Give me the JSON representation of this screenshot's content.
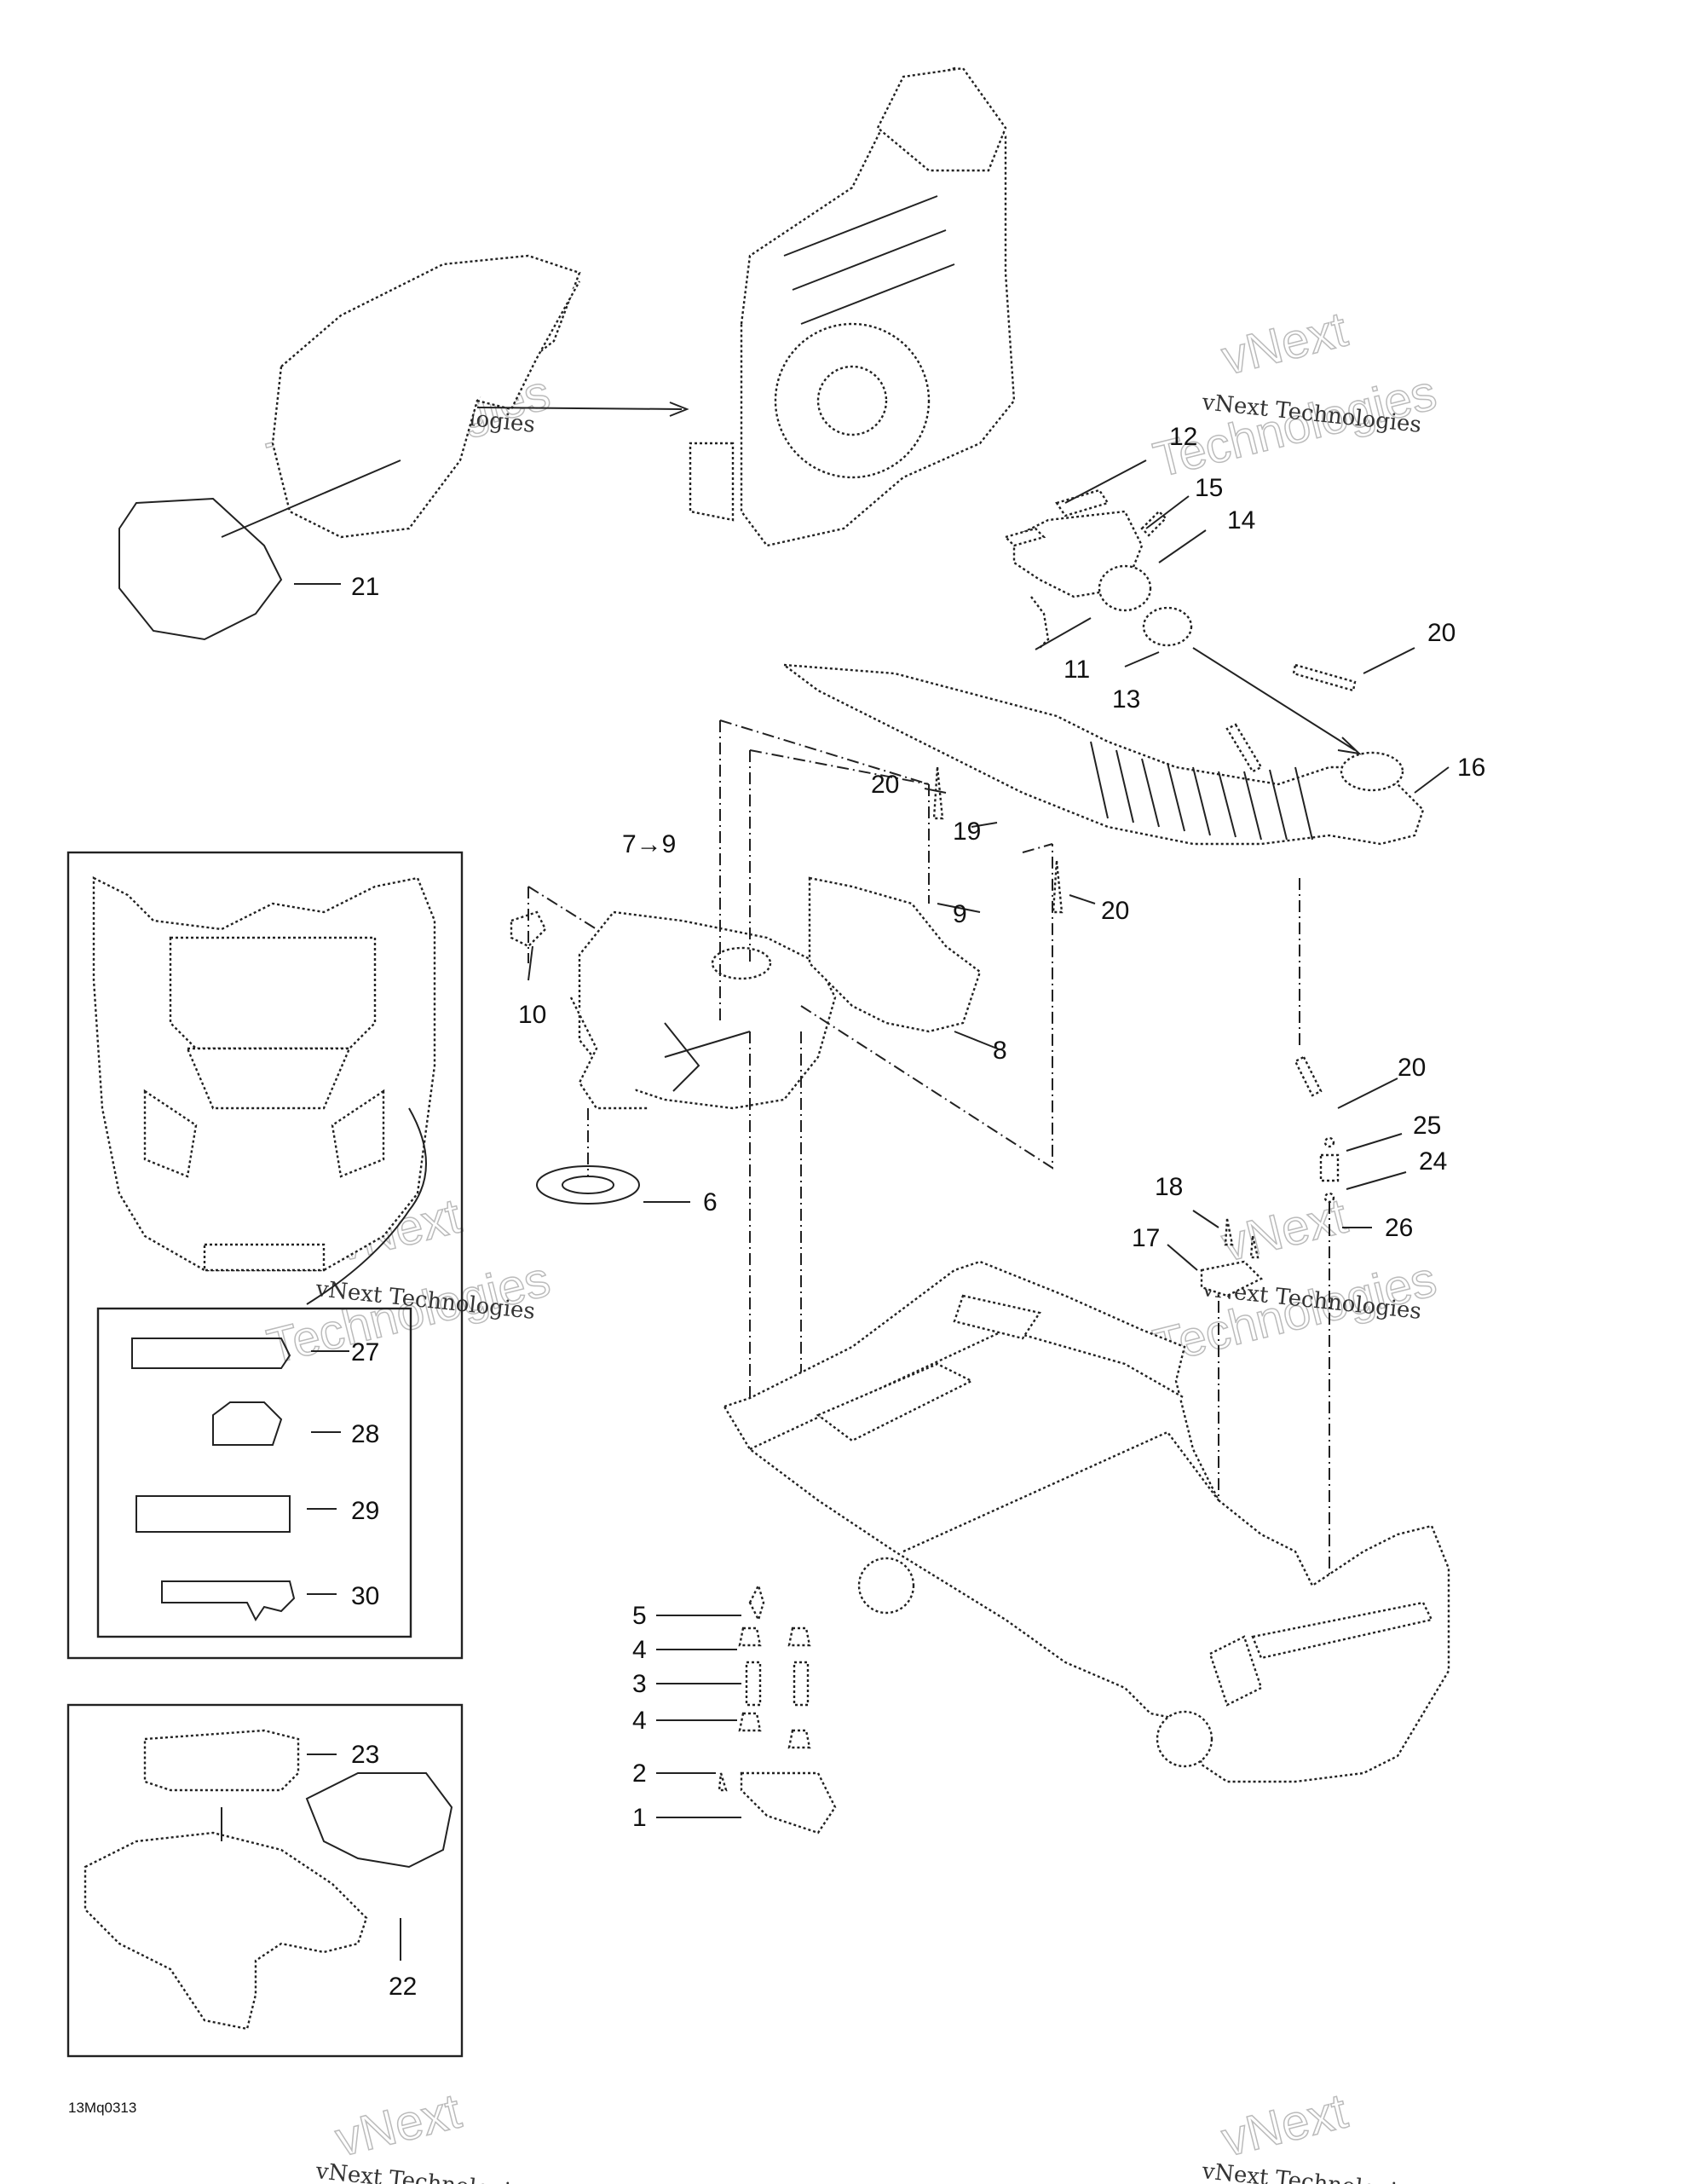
{
  "figure_code": "13Mq0313",
  "watermark": {
    "line1": "vNext",
    "line2": "Technologies",
    "company": "vNext Technologies"
  },
  "callouts": {
    "c1": "1",
    "c2": "2",
    "c3": "3",
    "c4a": "4",
    "c4b": "4",
    "c5": "5",
    "c6": "6",
    "c7_9": "7→9",
    "c8": "8",
    "c9": "9",
    "c10": "10",
    "c11": "11",
    "c12": "12",
    "c13": "13",
    "c14": "14",
    "c15": "15",
    "c16": "16",
    "c17": "17",
    "c18": "18",
    "c19": "19",
    "c20a": "20",
    "c20b": "20",
    "c20c": "20",
    "c20d": "20",
    "c21": "21",
    "c22": "22",
    "c23": "23",
    "c24": "24",
    "c25": "25",
    "c26": "26",
    "c27": "27",
    "c28": "28",
    "c29": "29",
    "c30": "30"
  }
}
